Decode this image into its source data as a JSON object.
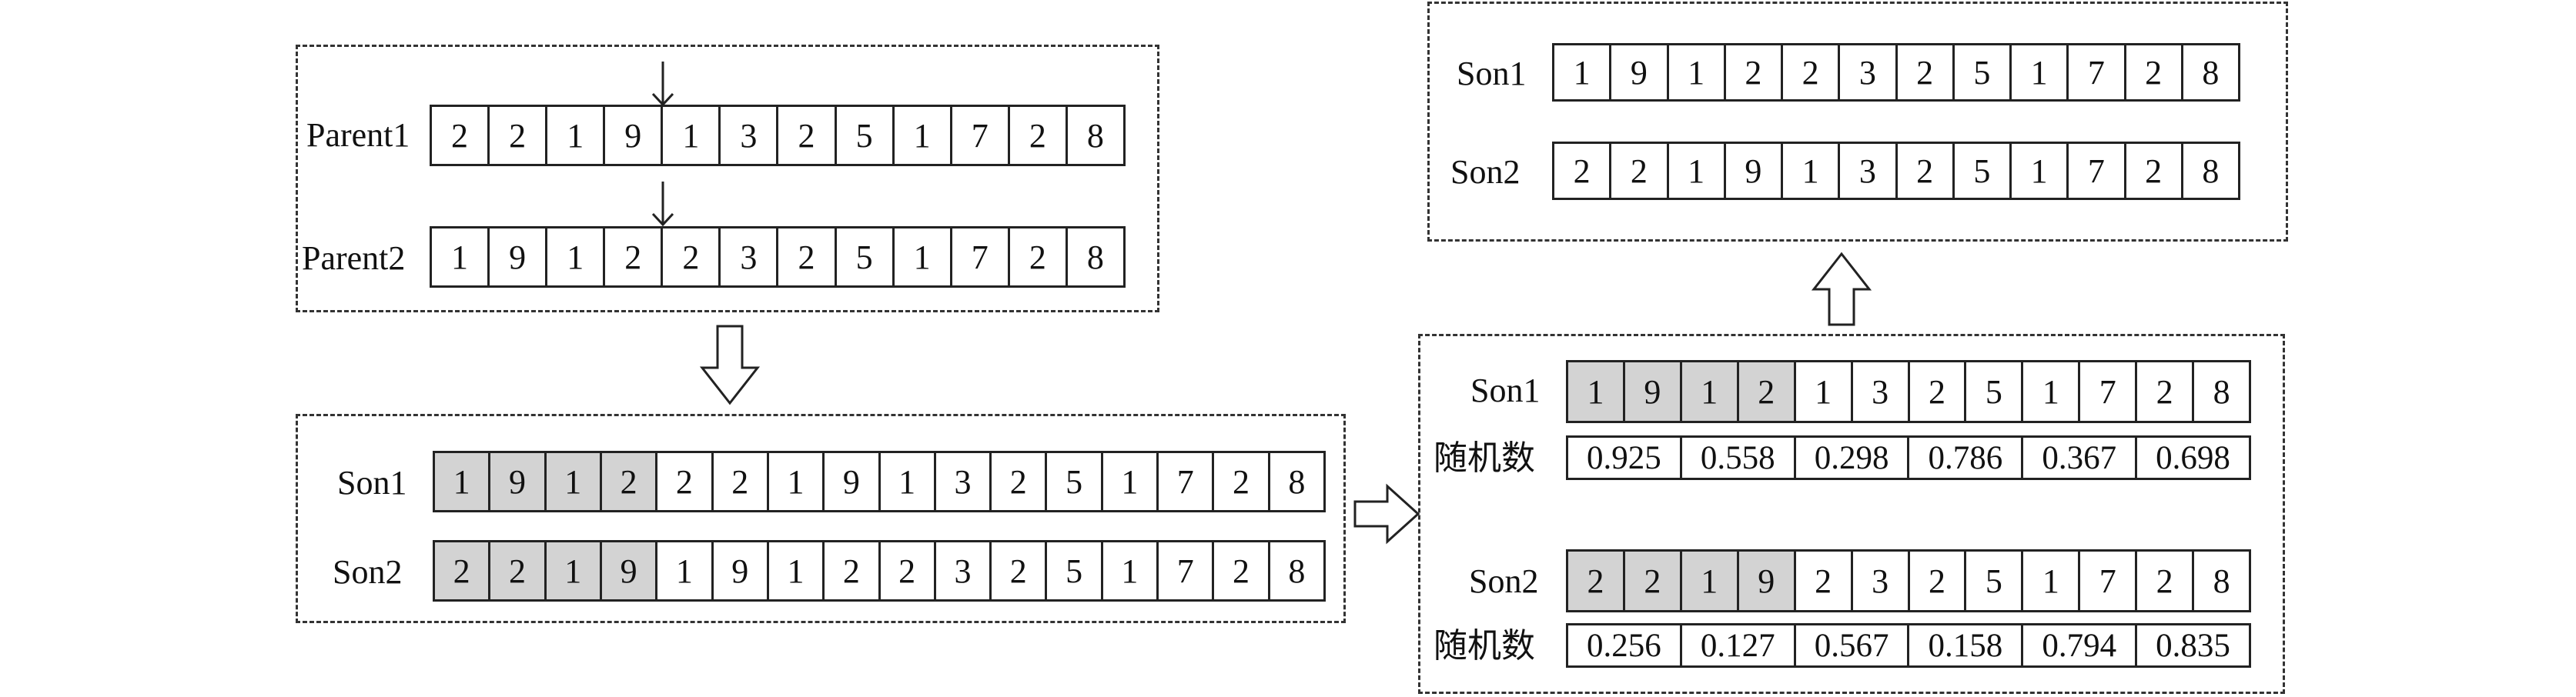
{
  "parents": {
    "parent1": {
      "label": "Parent1",
      "genes": [
        "2",
        "2",
        "1",
        "9",
        "1",
        "3",
        "2",
        "5",
        "1",
        "7",
        "2",
        "8"
      ]
    },
    "parent2": {
      "label": "Parent2",
      "genes": [
        "1",
        "9",
        "1",
        "2",
        "2",
        "3",
        "2",
        "5",
        "1",
        "7",
        "2",
        "8"
      ]
    }
  },
  "crossover": {
    "son1": {
      "label": "Son1",
      "genes": [
        "1",
        "9",
        "1",
        "2",
        "2",
        "2",
        "1",
        "9",
        "1",
        "3",
        "2",
        "5",
        "1",
        "7",
        "2",
        "8"
      ],
      "highlight_count": 4
    },
    "son2": {
      "label": "Son2",
      "genes": [
        "2",
        "2",
        "1",
        "9",
        "1",
        "9",
        "1",
        "2",
        "2",
        "3",
        "2",
        "5",
        "1",
        "7",
        "2",
        "8"
      ],
      "highlight_count": 4
    }
  },
  "dedup": {
    "son1": {
      "label": "Son1",
      "genes": [
        "1",
        "9",
        "1",
        "2",
        "1",
        "3",
        "2",
        "5",
        "1",
        "7",
        "2",
        "8"
      ],
      "highlight_count": 4
    },
    "son1_random": {
      "label": "随机数",
      "values": [
        "0.925",
        "0.558",
        "0.298",
        "0.786",
        "0.367",
        "0.698"
      ]
    },
    "son2": {
      "label": "Son2",
      "genes": [
        "2",
        "2",
        "1",
        "9",
        "2",
        "3",
        "2",
        "5",
        "1",
        "7",
        "2",
        "8"
      ],
      "highlight_count": 4
    },
    "son2_random": {
      "label": "随机数",
      "values": [
        "0.256",
        "0.127",
        "0.567",
        "0.158",
        "0.794",
        "0.835"
      ]
    }
  },
  "result": {
    "son1": {
      "label": "Son1",
      "genes": [
        "1",
        "9",
        "1",
        "2",
        "2",
        "3",
        "2",
        "5",
        "1",
        "7",
        "2",
        "8"
      ]
    },
    "son2": {
      "label": "Son2",
      "genes": [
        "2",
        "2",
        "1",
        "9",
        "1",
        "3",
        "2",
        "5",
        "1",
        "7",
        "2",
        "8"
      ]
    }
  },
  "colors": {
    "highlight": "#d3d3d3",
    "stroke": "#222222",
    "dash": "#333333"
  }
}
